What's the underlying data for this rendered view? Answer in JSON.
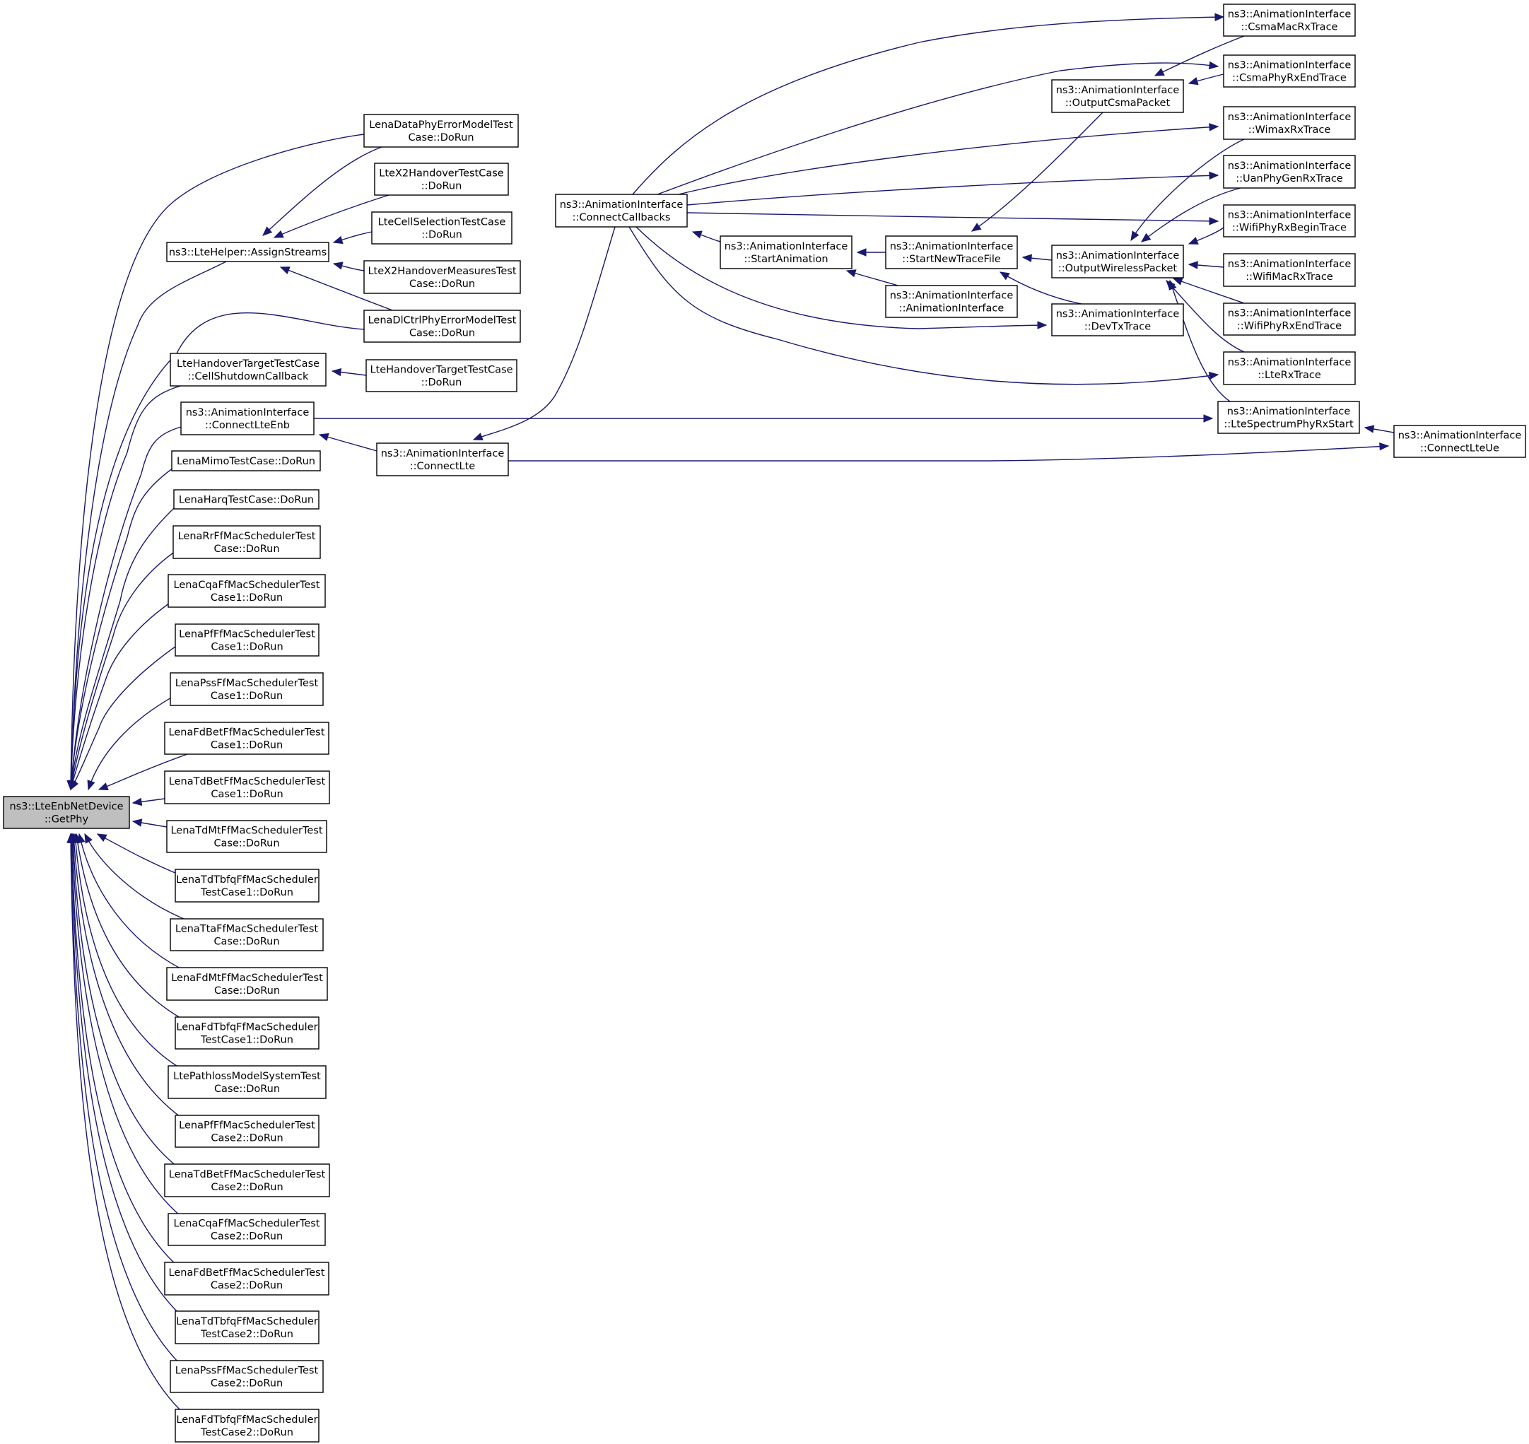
{
  "diagram": {
    "colors": {
      "edge": "#191970",
      "node_fill": "#ffffff",
      "root_fill": "#bfbfbf",
      "node_border": "#000000",
      "background": "#ffffff"
    },
    "nodes": [
      {
        "id": "root",
        "lines": [
          "ns3::LteEnbNetDevice",
          "::GetPhy"
        ],
        "root": true
      },
      {
        "id": "lenaDataPhy",
        "lines": [
          "LenaDataPhyErrorModelTest",
          "Case::DoRun"
        ]
      },
      {
        "id": "lteX2Ho",
        "lines": [
          "LteX2HandoverTestCase",
          "::DoRun"
        ]
      },
      {
        "id": "lteCellSel",
        "lines": [
          "LteCellSelectionTestCase",
          "::DoRun"
        ]
      },
      {
        "id": "lteX2HoMeas",
        "lines": [
          "LteX2HandoverMeasuresTest",
          "Case::DoRun"
        ]
      },
      {
        "id": "lenaDlCtrl",
        "lines": [
          "LenaDlCtrlPhyErrorModelTest",
          "Case::DoRun"
        ]
      },
      {
        "id": "assignStreams",
        "lines": [
          "ns3::LteHelper::AssignStreams"
        ]
      },
      {
        "id": "cellShutdown",
        "lines": [
          "LteHandoverTargetTestCase",
          "::CellShutdownCallback"
        ]
      },
      {
        "id": "lteHoTarget",
        "lines": [
          "LteHandoverTargetTestCase",
          "::DoRun"
        ]
      },
      {
        "id": "connectLteEnb",
        "lines": [
          "ns3::AnimationInterface",
          "::ConnectLteEnb"
        ]
      },
      {
        "id": "connectLte",
        "lines": [
          "ns3::AnimationInterface",
          "::ConnectLte"
        ]
      },
      {
        "id": "lenaMimo",
        "lines": [
          "LenaMimoTestCase::DoRun"
        ]
      },
      {
        "id": "lenaHarq",
        "lines": [
          "LenaHarqTestCase::DoRun"
        ]
      },
      {
        "id": "lenaRr",
        "lines": [
          "LenaRrFfMacSchedulerTest",
          "Case::DoRun"
        ]
      },
      {
        "id": "lenaCqa1",
        "lines": [
          "LenaCqaFfMacSchedulerTest",
          "Case1::DoRun"
        ]
      },
      {
        "id": "lenaPf1",
        "lines": [
          "LenaPfFfMacSchedulerTest",
          "Case1::DoRun"
        ]
      },
      {
        "id": "lenaPss1",
        "lines": [
          "LenaPssFfMacSchedulerTest",
          "Case1::DoRun"
        ]
      },
      {
        "id": "lenaFdBet1",
        "lines": [
          "LenaFdBetFfMacSchedulerTest",
          "Case1::DoRun"
        ]
      },
      {
        "id": "lenaTdBet1",
        "lines": [
          "LenaTdBetFfMacSchedulerTest",
          "Case1::DoRun"
        ]
      },
      {
        "id": "lenaTdMt",
        "lines": [
          "LenaTdMtFfMacSchedulerTest",
          "Case::DoRun"
        ]
      },
      {
        "id": "lenaTdTbfq1",
        "lines": [
          "LenaTdTbfqFfMacScheduler",
          "TestCase1::DoRun"
        ]
      },
      {
        "id": "lenaTta",
        "lines": [
          "LenaTtaFfMacSchedulerTest",
          "Case::DoRun"
        ]
      },
      {
        "id": "lenaFdMt",
        "lines": [
          "LenaFdMtFfMacSchedulerTest",
          "Case::DoRun"
        ]
      },
      {
        "id": "lenaFdTbfq1",
        "lines": [
          "LenaFdTbfqFfMacScheduler",
          "TestCase1::DoRun"
        ]
      },
      {
        "id": "ltePathloss",
        "lines": [
          "LtePathlossModelSystemTest",
          "Case::DoRun"
        ]
      },
      {
        "id": "lenaPf2",
        "lines": [
          "LenaPfFfMacSchedulerTest",
          "Case2::DoRun"
        ]
      },
      {
        "id": "lenaTdBet2",
        "lines": [
          "LenaTdBetFfMacSchedulerTest",
          "Case2::DoRun"
        ]
      },
      {
        "id": "lenaCqa2",
        "lines": [
          "LenaCqaFfMacSchedulerTest",
          "Case2::DoRun"
        ]
      },
      {
        "id": "lenaFdBet2",
        "lines": [
          "LenaFdBetFfMacSchedulerTest",
          "Case2::DoRun"
        ]
      },
      {
        "id": "lenaTdTbfq2",
        "lines": [
          "LenaTdTbfqFfMacScheduler",
          "TestCase2::DoRun"
        ]
      },
      {
        "id": "lenaPss2",
        "lines": [
          "LenaPssFfMacSchedulerTest",
          "Case2::DoRun"
        ]
      },
      {
        "id": "lenaFdTbfq2",
        "lines": [
          "LenaFdTbfqFfMacScheduler",
          "TestCase2::DoRun"
        ]
      },
      {
        "id": "connectCallbacks",
        "lines": [
          "ns3::AnimationInterface",
          "::ConnectCallbacks"
        ]
      },
      {
        "id": "startAnimation",
        "lines": [
          "ns3::AnimationInterface",
          "::StartAnimation"
        ]
      },
      {
        "id": "startNewTraceFile",
        "lines": [
          "ns3::AnimationInterface",
          "::StartNewTraceFile"
        ]
      },
      {
        "id": "animInterface",
        "lines": [
          "ns3::AnimationInterface",
          "::AnimationInterface"
        ]
      },
      {
        "id": "outputCsmaPacket",
        "lines": [
          "ns3::AnimationInterface",
          "::OutputCsmaPacket"
        ]
      },
      {
        "id": "outputWirelessPacket",
        "lines": [
          "ns3::AnimationInterface",
          "::OutputWirelessPacket"
        ]
      },
      {
        "id": "devTxTrace",
        "lines": [
          "ns3::AnimationInterface",
          "::DevTxTrace"
        ]
      },
      {
        "id": "csmaMacRx",
        "lines": [
          "ns3::AnimationInterface",
          "::CsmaMacRxTrace"
        ]
      },
      {
        "id": "csmaPhyRxEnd",
        "lines": [
          "ns3::AnimationInterface",
          "::CsmaPhyRxEndTrace"
        ]
      },
      {
        "id": "wimaxRx",
        "lines": [
          "ns3::AnimationInterface",
          "::WimaxRxTrace"
        ]
      },
      {
        "id": "uanPhyGenRx",
        "lines": [
          "ns3::AnimationInterface",
          "::UanPhyGenRxTrace"
        ]
      },
      {
        "id": "wifiPhyRxBegin",
        "lines": [
          "ns3::AnimationInterface",
          "::WifiPhyRxBeginTrace"
        ]
      },
      {
        "id": "wifiMacRx",
        "lines": [
          "ns3::AnimationInterface",
          "::WifiMacRxTrace"
        ]
      },
      {
        "id": "wifiPhyRxEnd",
        "lines": [
          "ns3::AnimationInterface",
          "::WifiPhyRxEndTrace"
        ]
      },
      {
        "id": "lteRx",
        "lines": [
          "ns3::AnimationInterface",
          "::LteRxTrace"
        ]
      },
      {
        "id": "lteSpectrumPhyRxStart",
        "lines": [
          "ns3::AnimationInterface",
          "::LteSpectrumPhyRxStart"
        ]
      },
      {
        "id": "connectLteUe",
        "lines": [
          "ns3::AnimationInterface",
          "::ConnectLteUe"
        ]
      }
    ],
    "edges": [
      {
        "from": "lenaDataPhy",
        "to": "root"
      },
      {
        "from": "assignStreams",
        "to": "root"
      },
      {
        "from": "lenaDlCtrl",
        "to": "root"
      },
      {
        "from": "cellShutdown",
        "to": "root"
      },
      {
        "from": "connectLteEnb",
        "to": "root"
      },
      {
        "from": "lenaMimo",
        "to": "root"
      },
      {
        "from": "lenaHarq",
        "to": "root"
      },
      {
        "from": "lenaRr",
        "to": "root"
      },
      {
        "from": "lenaCqa1",
        "to": "root"
      },
      {
        "from": "lenaPf1",
        "to": "root"
      },
      {
        "from": "lenaPss1",
        "to": "root"
      },
      {
        "from": "lenaFdBet1",
        "to": "root"
      },
      {
        "from": "lenaTdBet1",
        "to": "root"
      },
      {
        "from": "lenaTdMt",
        "to": "root"
      },
      {
        "from": "lenaTdTbfq1",
        "to": "root"
      },
      {
        "from": "lenaTta",
        "to": "root"
      },
      {
        "from": "lenaFdMt",
        "to": "root"
      },
      {
        "from": "lenaFdTbfq1",
        "to": "root"
      },
      {
        "from": "ltePathloss",
        "to": "root"
      },
      {
        "from": "lenaPf2",
        "to": "root"
      },
      {
        "from": "lenaTdBet2",
        "to": "root"
      },
      {
        "from": "lenaCqa2",
        "to": "root"
      },
      {
        "from": "lenaFdBet2",
        "to": "root"
      },
      {
        "from": "lenaTdTbfq2",
        "to": "root"
      },
      {
        "from": "lenaPss2",
        "to": "root"
      },
      {
        "from": "lenaFdTbfq2",
        "to": "root"
      },
      {
        "from": "lenaDataPhy",
        "to": "assignStreams"
      },
      {
        "from": "lteX2Ho",
        "to": "assignStreams"
      },
      {
        "from": "lteCellSel",
        "to": "assignStreams"
      },
      {
        "from": "lteX2HoMeas",
        "to": "assignStreams"
      },
      {
        "from": "lenaDlCtrl",
        "to": "assignStreams"
      },
      {
        "from": "lteHoTarget",
        "to": "cellShutdown"
      },
      {
        "from": "connectLte",
        "to": "connectLteEnb"
      },
      {
        "from": "connectCallbacks",
        "to": "connectLte"
      },
      {
        "from": "startAnimation",
        "to": "connectCallbacks"
      },
      {
        "from": "startNewTraceFile",
        "to": "startAnimation"
      },
      {
        "from": "animInterface",
        "to": "startAnimation"
      },
      {
        "from": "outputWirelessPacket",
        "to": "startNewTraceFile"
      },
      {
        "from": "devTxTrace",
        "to": "startNewTraceFile"
      },
      {
        "from": "outputCsmaPacket",
        "to": "startNewTraceFile"
      },
      {
        "from": "csmaMacRx",
        "to": "outputCsmaPacket"
      },
      {
        "from": "csmaPhyRxEnd",
        "to": "outputCsmaPacket"
      },
      {
        "from": "wimaxRx",
        "to": "outputWirelessPacket"
      },
      {
        "from": "uanPhyGenRx",
        "to": "outputWirelessPacket"
      },
      {
        "from": "wifiPhyRxBegin",
        "to": "outputWirelessPacket"
      },
      {
        "from": "wifiMacRx",
        "to": "outputWirelessPacket"
      },
      {
        "from": "wifiPhyRxEnd",
        "to": "outputWirelessPacket"
      },
      {
        "from": "lteRx",
        "to": "outputWirelessPacket"
      },
      {
        "from": "lteSpectrumPhyRxStart",
        "to": "outputWirelessPacket"
      },
      {
        "from": "connectCallbacks",
        "to": "csmaMacRx"
      },
      {
        "from": "connectCallbacks",
        "to": "csmaPhyRxEnd"
      },
      {
        "from": "connectCallbacks",
        "to": "wimaxRx"
      },
      {
        "from": "connectCallbacks",
        "to": "uanPhyGenRx"
      },
      {
        "from": "connectCallbacks",
        "to": "wifiPhyRxBegin"
      },
      {
        "from": "connectCallbacks",
        "to": "devTxTrace"
      },
      {
        "from": "connectCallbacks",
        "to": "lteRx"
      },
      {
        "from": "connectLteEnb",
        "to": "lteSpectrumPhyRxStart"
      },
      {
        "from": "connectLteUe",
        "to": "lteSpectrumPhyRxStart"
      },
      {
        "from": "connectLte",
        "to": "connectLteUe"
      }
    ]
  }
}
